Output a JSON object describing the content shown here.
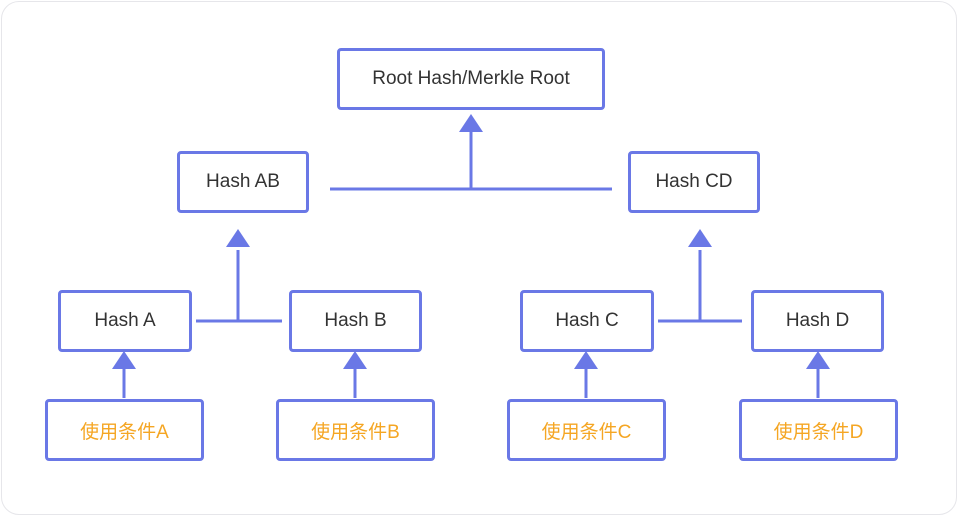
{
  "diagram": {
    "root": {
      "label": "Root Hash/Merkle Root"
    },
    "level1": [
      {
        "label": "Hash AB"
      },
      {
        "label": "Hash CD"
      }
    ],
    "level2": [
      {
        "label": "Hash A"
      },
      {
        "label": "Hash B"
      },
      {
        "label": "Hash C"
      },
      {
        "label": "Hash D"
      }
    ],
    "leaves": [
      {
        "label": "使用条件A"
      },
      {
        "label": "使用条件B"
      },
      {
        "label": "使用条件C"
      },
      {
        "label": "使用条件D"
      }
    ],
    "colors": {
      "line": "#6a78e6",
      "leaf_text": "#f5a623",
      "text": "#333333"
    }
  }
}
